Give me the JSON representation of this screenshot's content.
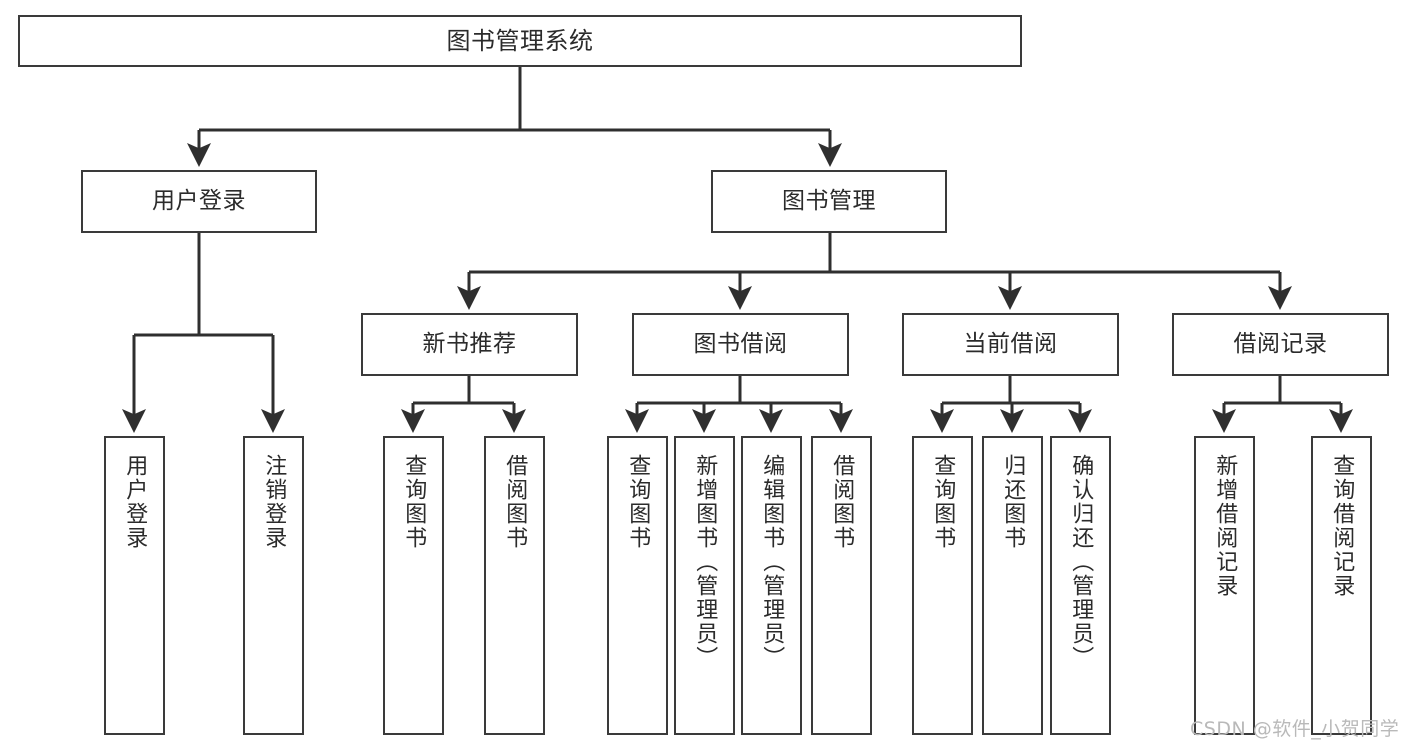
{
  "diagram": {
    "title": "图书管理系统",
    "type": "tree-hierarchy-chart",
    "colors": {
      "box_border": "#3a3a3a",
      "box_fill": "#ffffff",
      "edge": "#2f2f2f",
      "text": "#2b2b2b",
      "watermark": "#b9b9b9",
      "background": "#ffffff"
    },
    "watermark": "CSDN @软件_小贺同学",
    "nodes": {
      "root": {
        "label": "图书管理系统"
      },
      "level1": [
        {
          "id": "user-login",
          "label": "用户登录"
        },
        {
          "id": "book-manage",
          "label": "图书管理"
        }
      ],
      "level2": [
        {
          "id": "new-book-recommend",
          "label": "新书推荐"
        },
        {
          "id": "book-borrow",
          "label": "图书借阅"
        },
        {
          "id": "current-borrow",
          "label": "当前借阅"
        },
        {
          "id": "borrow-record",
          "label": "借阅记录"
        }
      ],
      "leaves": {
        "user-login": [
          {
            "id": "leaf-user-login",
            "label": "用户登录"
          },
          {
            "id": "leaf-logout-login",
            "label": "注销登录"
          }
        ],
        "new-book-recommend": [
          {
            "id": "leaf-query-book-1",
            "label": "查询图书"
          },
          {
            "id": "leaf-borrow-book-1",
            "label": "借阅图书"
          }
        ],
        "book-borrow": [
          {
            "id": "leaf-query-book-2",
            "label": "查询图书"
          },
          {
            "id": "leaf-add-book",
            "label": "新增图书（管理员）"
          },
          {
            "id": "leaf-edit-book",
            "label": "编辑图书（管理员）"
          },
          {
            "id": "leaf-borrow-book-2",
            "label": "借阅图书"
          }
        ],
        "current-borrow": [
          {
            "id": "leaf-query-book-3",
            "label": "查询图书"
          },
          {
            "id": "leaf-return-book",
            "label": "归还图书"
          },
          {
            "id": "leaf-confirm-return",
            "label": "确认归还（管理员）"
          }
        ],
        "borrow-record": [
          {
            "id": "leaf-add-record",
            "label": "新增借阅记录"
          },
          {
            "id": "leaf-query-record",
            "label": "查询借阅记录"
          }
        ]
      }
    }
  }
}
